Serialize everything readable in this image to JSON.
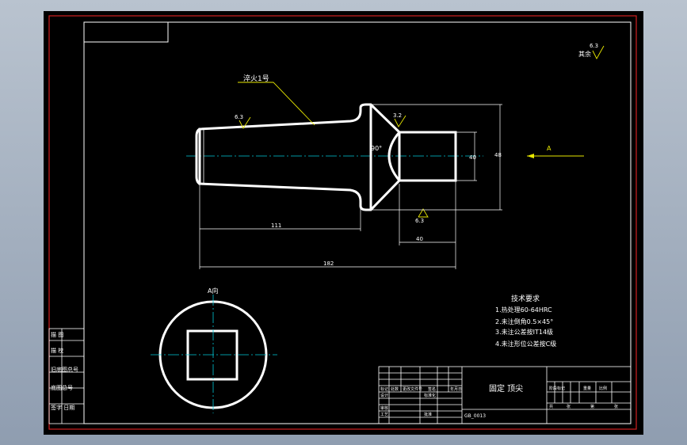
{
  "drawing": {
    "annotations": {
      "material_note": "淬火1号",
      "surface_rest": "其余",
      "roughness_rest": "6.3",
      "roughness_left": "6.3",
      "roughness_cone": "3.2",
      "roughness_bottom": "6.3",
      "angle": "90°",
      "view_label": "A向",
      "arrow_label": "A"
    },
    "dimensions": {
      "len_111": "111",
      "len_182": "182",
      "len_40": "40",
      "dia_40": "40",
      "dia_48": "48"
    },
    "tech_requirements": {
      "title": "技术要求",
      "items": [
        "1.热处理60-64HRC",
        "2.未注倒角0.5×45°",
        "3.未注公差按IT14级",
        "4.未注形位公差按C级"
      ]
    },
    "left_column": {
      "rows": [
        "描 图",
        "描 校",
        "旧底图总号",
        "底图总号",
        "签字  日期"
      ]
    },
    "title_block": {
      "part_name": "固定 顶尖",
      "small_labels": [
        "标记",
        "处数",
        "分区",
        "更改文件号",
        "签名",
        "年月日",
        "设计",
        "标准化",
        "审核",
        "工艺",
        "批准"
      ],
      "right_labels": [
        "阶段标记",
        "重量",
        "比例",
        "共",
        "张",
        "第",
        "张"
      ],
      "drawing_no": "GB_0013"
    }
  }
}
